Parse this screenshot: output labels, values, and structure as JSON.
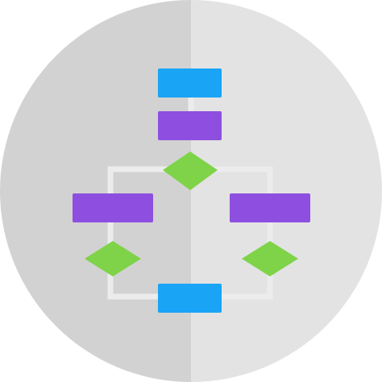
{
  "icon": {
    "name": "flowchart-icon",
    "style": "flat",
    "text": ""
  },
  "colors": {
    "circle_left": "#d2d2d2",
    "circle_right": "#e3e3e3",
    "connector": "#ececec",
    "process_blue": "#1aa4f6",
    "process_purple": "#8e4fe0",
    "decision_green": "#7ed348"
  },
  "nodes": [
    {
      "id": "start",
      "shape": "rectangle",
      "color": "process_blue"
    },
    {
      "id": "step",
      "shape": "rectangle",
      "color": "process_purple"
    },
    {
      "id": "decision-main",
      "shape": "diamond",
      "color": "decision_green"
    },
    {
      "id": "branch-left",
      "shape": "rectangle",
      "color": "process_purple"
    },
    {
      "id": "branch-right",
      "shape": "rectangle",
      "color": "process_purple"
    },
    {
      "id": "decision-left",
      "shape": "diamond",
      "color": "decision_green"
    },
    {
      "id": "decision-right",
      "shape": "diamond",
      "color": "decision_green"
    },
    {
      "id": "end",
      "shape": "rectangle",
      "color": "process_blue"
    }
  ]
}
